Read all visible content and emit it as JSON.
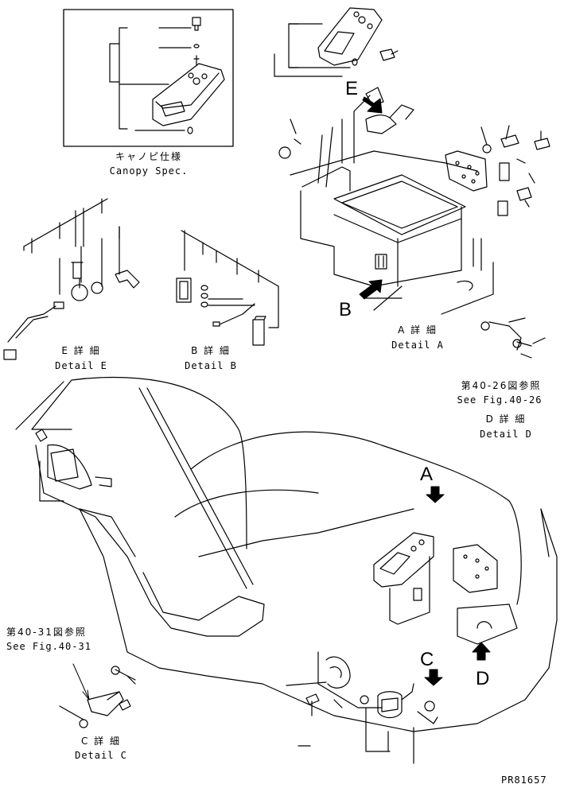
{
  "canopy": {
    "jp": "キャノピ仕様",
    "en": "Canopy Spec."
  },
  "callouts": {
    "a": "A",
    "b": "B",
    "c": "C",
    "d": "D",
    "e": "E"
  },
  "details": {
    "a": {
      "jp": "A 詳 細",
      "en": "Detail A"
    },
    "b": {
      "jp": "B 詳 細",
      "en": "Detail B"
    },
    "c": {
      "jp": "C 詳 細",
      "en": "Detail C"
    },
    "d": {
      "jp": "D 詳 細",
      "en": "Detail D"
    },
    "e": {
      "jp": "E 詳 細",
      "en": "Detail E"
    }
  },
  "refs": {
    "fig_40_26_jp": "第40-26図参照",
    "fig_40_26_en": "See Fig.40-26",
    "fig_40_31_jp": "第40-31図参照",
    "fig_40_31_en": "See Fig.40-31"
  },
  "part_number": "PR81657"
}
